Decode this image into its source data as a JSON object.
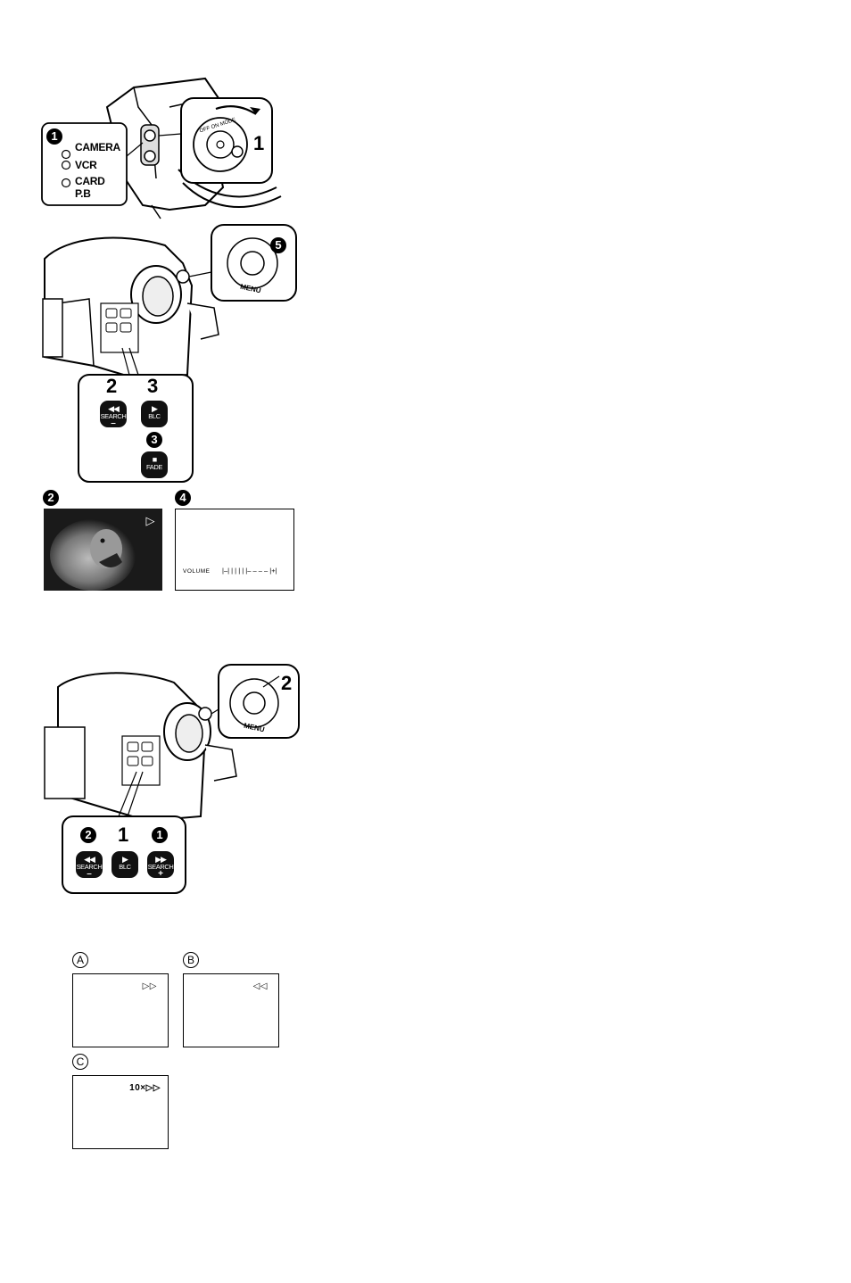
{
  "fig1": {
    "marker": "1",
    "lamps": [
      "CAMERA",
      "VCR",
      "CARD",
      "P.B"
    ],
    "step": "1",
    "dial_text": "OFF ON MODE"
  },
  "fig2": {
    "dial_marker": "5",
    "dial_label": "MENU",
    "step_left": "2",
    "step_right": "3",
    "btn_search": {
      "glyph": "◀◀",
      "label": "SEARCH",
      "sign": "–"
    },
    "btn_blc": {
      "glyph": "▶",
      "label": "BLC"
    },
    "btn_fade_marker": "3",
    "btn_fade": {
      "glyph": "■",
      "label": "FADE"
    }
  },
  "fig3": {
    "left_marker": "2",
    "right_marker": "4",
    "play_symbol": "▷",
    "volume_label": "VOLUME",
    "volume_bar": "|–| | | | | |– – – –  |+|"
  },
  "fig4": {
    "dial_step": "2",
    "dial_label": "MENU",
    "marker_left": "2",
    "step_center": "1",
    "marker_right": "1",
    "btn_left": {
      "glyph": "◀◀",
      "label": "SEARCH",
      "sign": "–"
    },
    "btn_center": {
      "glyph": "▶",
      "label": "BLC"
    },
    "btn_right": {
      "glyph": "▶▶",
      "label": "SEARCH",
      "sign": "+"
    }
  },
  "fig5": {
    "a": {
      "letter": "A",
      "osd": "▷▷"
    },
    "b": {
      "letter": "B",
      "osd": "◁◁"
    },
    "c": {
      "letter": "C",
      "osd": "10×▷▷"
    }
  },
  "colors": {
    "ink": "#000000",
    "paper": "#ffffff",
    "button": "#111111"
  }
}
